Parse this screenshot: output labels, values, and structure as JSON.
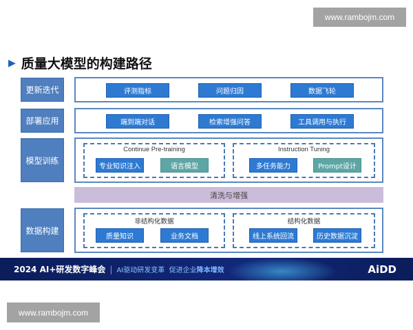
{
  "watermarks": [
    "www.rambojm.com",
    "www.rambojm.com"
  ],
  "title": "质量大模型的构建路径",
  "rows": {
    "iterate": {
      "label": "更新迭代",
      "items": [
        "评测指标",
        "问题归因",
        "数据飞轮"
      ]
    },
    "deploy": {
      "label": "部署应用",
      "items": [
        "端到端对话",
        "检索增强问答",
        "工具调用与执行"
      ]
    },
    "train": {
      "label": "模型训练",
      "groups": [
        {
          "title": "Continue Pre-training",
          "items": [
            "专业知识注入",
            "语言模型"
          ]
        },
        {
          "title": "Instruction Tuning",
          "items": [
            "多任务能力",
            "Prompt设计"
          ]
        }
      ]
    },
    "clean": "清洗与增强",
    "data": {
      "label": "数据构建",
      "groups": [
        {
          "title": "非结构化数据",
          "items": [
            "质量知识",
            "业务文档"
          ]
        },
        {
          "title": "结构化数据",
          "items": [
            "线上系统回流",
            "历史数据沉淀"
          ]
        }
      ]
    }
  },
  "banner": {
    "event": "2024 AI+研发数字峰会",
    "divider": "|",
    "slogan": "AI驱动研发变革  促进企业",
    "slogan_highlight": "降本增效",
    "logo": "AiDD"
  },
  "colors": {
    "label_bg": "#4f7fbf",
    "button_blue": "#2e7ad3",
    "button_teal": "#5ea6a6",
    "band": "#cbbcd9",
    "banner": "#0b1d5a"
  }
}
